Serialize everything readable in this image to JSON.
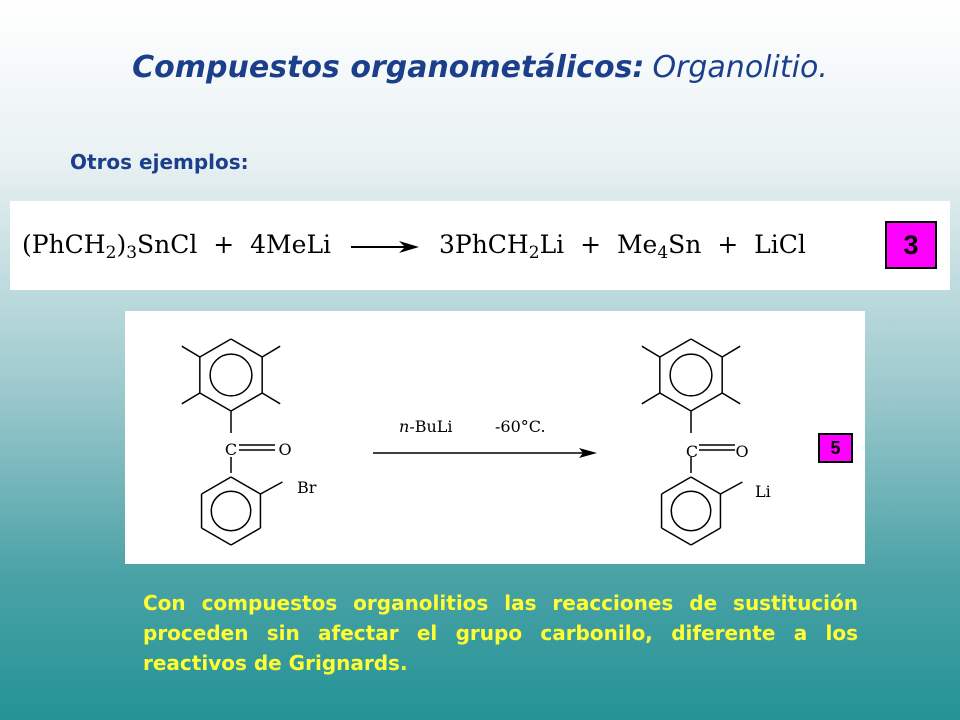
{
  "slide": {
    "title_main": "Compuestos organometálicos:",
    "title_sub": "Organolitio.",
    "subtitle": "Otros ejemplos:",
    "equation": {
      "reactant1_a": "(PhCH",
      "reactant1_sub1": "2",
      "reactant1_b": ")",
      "reactant1_sub2": "3",
      "reactant1_c": "SnCl",
      "plus1": "+",
      "reactant2": "4MeLi",
      "product1_a": "3PhCH",
      "product1_sub": "2",
      "product1_b": "Li",
      "plus2": "+",
      "product2_a": "Me",
      "product2_sub": "4",
      "product2_b": "Sn",
      "plus3": "+",
      "product3": "LiCl",
      "badge": "3"
    },
    "reaction": {
      "reagent": "n-BuLi",
      "conditions": "-60°C.",
      "carbonyl_c": "C",
      "carbonyl_o": "O",
      "substituent_left": "Br",
      "substituent_right": "Li",
      "badge": "5"
    },
    "description": "Con compuestos organolitios las reacciones de sustitución proceden sin afectar el grupo carbonilo, diferente a los reactivos de Grignards."
  },
  "colors": {
    "title": "#1c3f8c",
    "description": "#ffff33",
    "badge": "#ff00ff"
  }
}
